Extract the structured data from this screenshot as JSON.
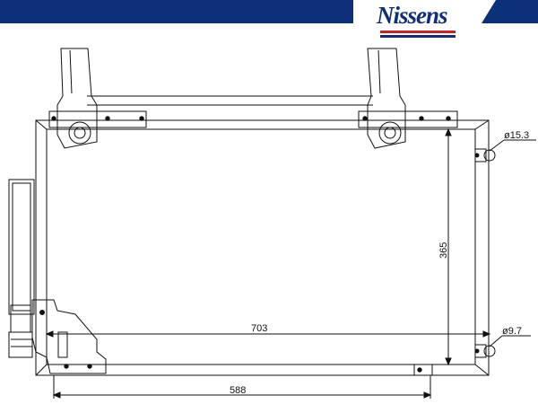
{
  "brand": {
    "name": "Nissens",
    "colors": {
      "primary": "#0e2f7a",
      "accent": "#d21f26"
    }
  },
  "drawing": {
    "dimensions": {
      "overall_width": "703",
      "core_height": "365",
      "port_spacing": "588",
      "inlet_diameter": "ø15.3",
      "outlet_diameter": "ø9.7"
    }
  }
}
